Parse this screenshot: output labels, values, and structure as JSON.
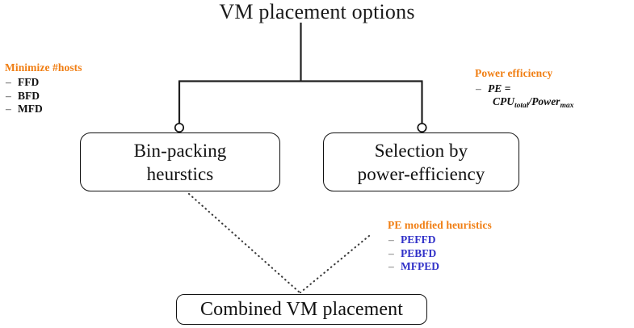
{
  "diagram": {
    "type": "tree-diagram",
    "title": "VM placement options",
    "colors": {
      "accent_orange": "#F07E13",
      "heuristic_blue": "#3030C8",
      "line_black": "#111111",
      "background": "#ffffff"
    },
    "nodes": {
      "bin_packing": {
        "line1": "Bin-packing",
        "line2": "heurstics"
      },
      "selection": {
        "line1": "Selection by",
        "line2": "power-efficiency"
      },
      "combined": {
        "line1": "Combined VM placement"
      }
    },
    "annotations": {
      "minimize_hosts": {
        "heading": "Minimize #hosts",
        "items": [
          "FFD",
          "BFD",
          "MFD"
        ]
      },
      "power_efficiency": {
        "heading": "Power efficiency",
        "formula_line1": "PE =",
        "formula_numerator": "CPU",
        "formula_numerator_sub": "total",
        "formula_divider": "/",
        "formula_denominator": "Power",
        "formula_denominator_sub": "max"
      },
      "pe_modified": {
        "heading": "PE modfied heuristics",
        "items": [
          "PEFFD",
          "PEBFD",
          "MFPED"
        ]
      }
    }
  }
}
